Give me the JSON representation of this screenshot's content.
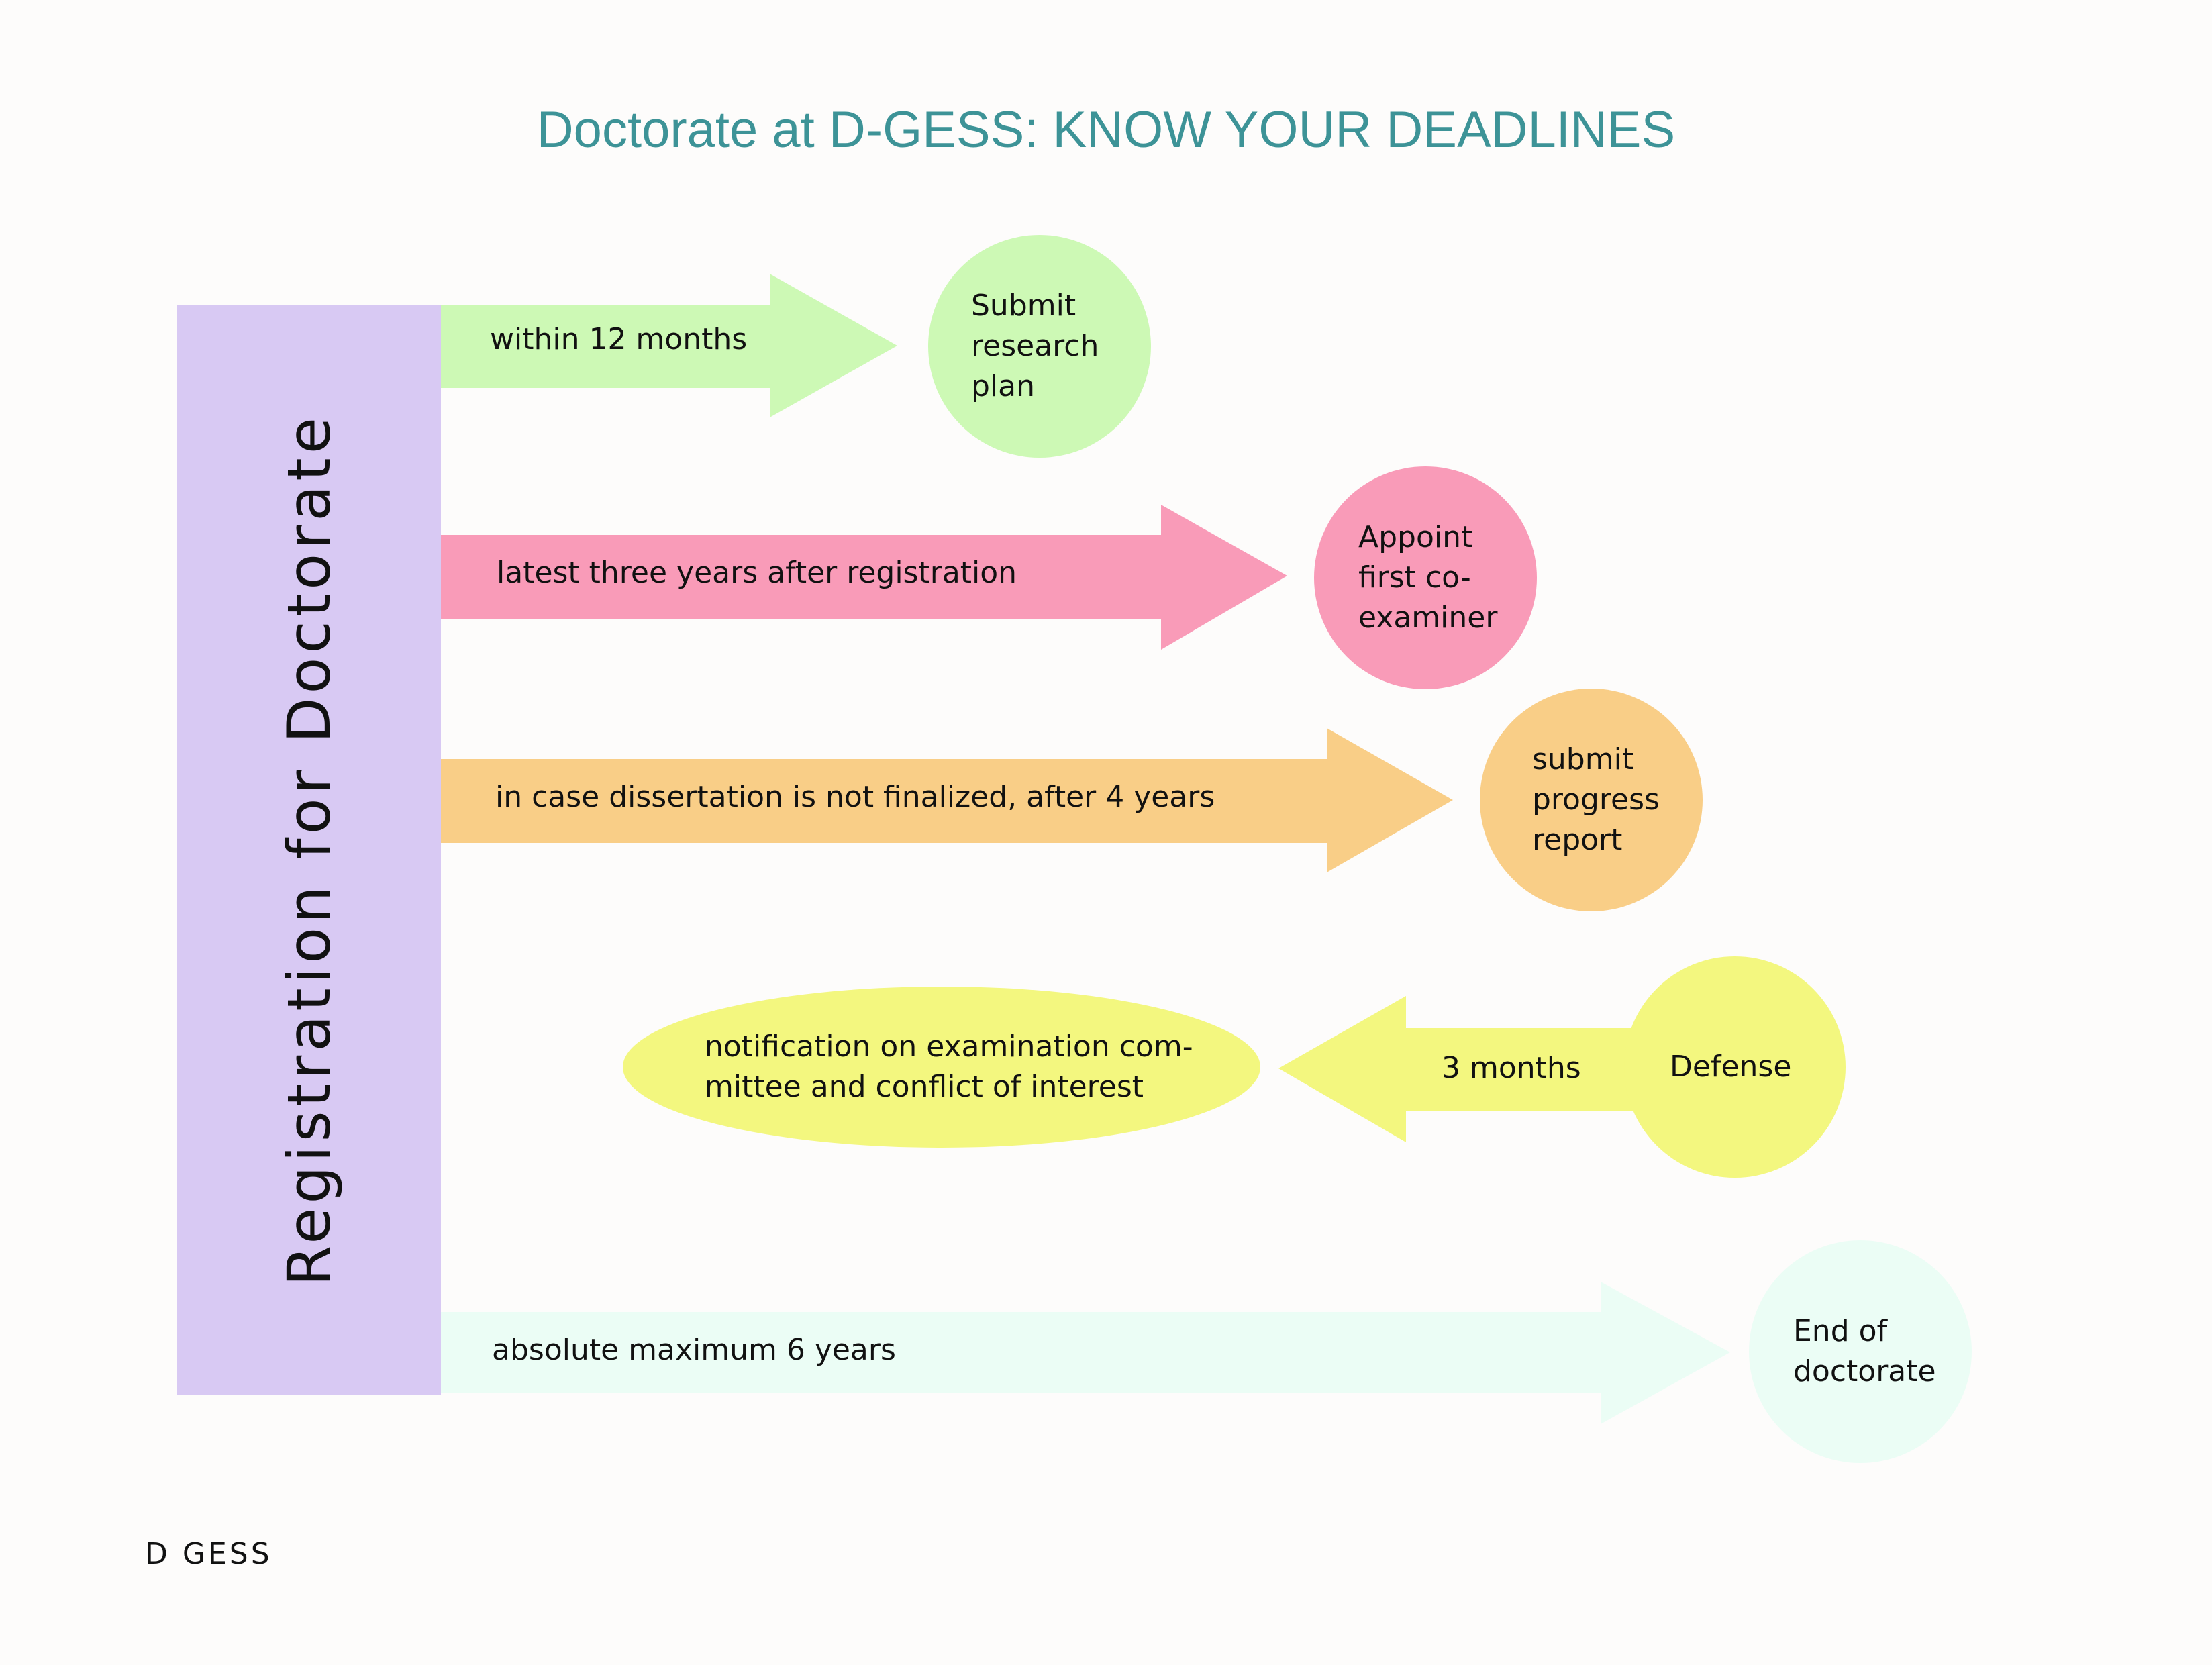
{
  "title": "Doctorate at D-GESS: KNOW YOUR DEADLINES",
  "registration_label": "Registration for Doctorate",
  "colors": {
    "title": "#3d9397",
    "registration": "#d8c9f3",
    "green": "#cdf9b5",
    "pink": "#f99bb8",
    "orange": "#f9ce87",
    "yellow": "#f3f77f",
    "mint": "#ebfdf5"
  },
  "steps": [
    {
      "arrow_label": "within 12 months",
      "milestone": "Submit\nresearch\nplan"
    },
    {
      "arrow_label": "latest three years  after registration",
      "milestone": "Appoint\nfirst co-\nexaminer"
    },
    {
      "arrow_label": "in case dissertation is not finalized, after 4 years",
      "milestone": "submit\nprogress\nreport"
    },
    {
      "arrow_label": "3 months",
      "milestone": "Defense",
      "result": "notification on examination com-\nmittee and conflict of interest"
    },
    {
      "arrow_label": "absolute maximum 6 years",
      "milestone": "End of\ndoctorate"
    }
  ],
  "footer": "D GESS"
}
